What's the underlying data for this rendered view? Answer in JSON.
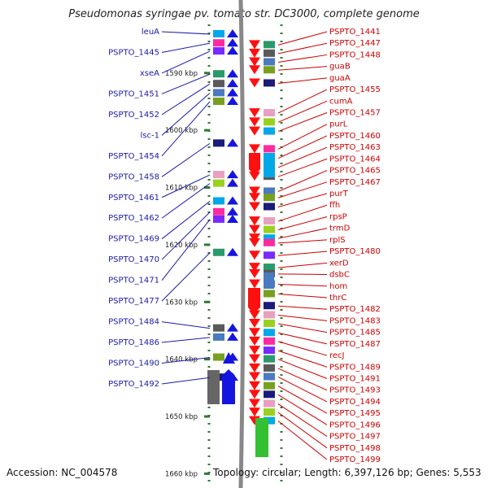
{
  "title": "Pseudomonas syringae pv. tomato str. DC3000, complete genome",
  "accession": "Accession: NC_004578",
  "summary": "Topology: circular; Length: 6,397,126 bp; Genes: 5,553",
  "scale": {
    "start_kbp": 1581.5,
    "end_kbp": 1662.5,
    "ticks": [
      "1590 kbp",
      "1600 kbp",
      "1610 kbp",
      "1620 kbp",
      "1630 kbp",
      "1640 kbp",
      "1650 kbp",
      "1660 kbp"
    ],
    "tick_values": [
      1590,
      1600,
      1610,
      1620,
      1630,
      1640,
      1650,
      1660
    ]
  },
  "colors": {
    "left_label": "#1a1aaa",
    "right_label": "#cc0000",
    "forward_arrow": "#1515e0",
    "reverse_arrow": "#ff1010",
    "tick": "#2f7a2f",
    "backbone": "#888888"
  },
  "left_genes": [
    {
      "label": "leuA",
      "pos": 1583.2
    },
    {
      "label": "PSPTO_1445",
      "pos": 1584.8
    },
    {
      "label": "xseA",
      "pos": 1586.2
    },
    {
      "label": "PSPTO_1451",
      "pos": 1590.2
    },
    {
      "label": "PSPTO_1452",
      "pos": 1591.9
    },
    {
      "label": "lsc-1",
      "pos": 1593.5
    },
    {
      "label": "PSPTO_1454",
      "pos": 1595.0
    },
    {
      "label": "PSPTO_1458",
      "pos": 1602.3
    },
    {
      "label": "PSPTO_1461",
      "pos": 1607.8
    },
    {
      "label": "PSPTO_1462",
      "pos": 1609.3
    },
    {
      "label": "PSPTO_1469",
      "pos": 1612.4
    },
    {
      "label": "PSPTO_1470",
      "pos": 1614.3
    },
    {
      "label": "PSPTO_1471",
      "pos": 1615.6
    },
    {
      "label": "PSPTO_1477",
      "pos": 1621.4
    },
    {
      "label": "PSPTO_1484",
      "pos": 1634.6
    },
    {
      "label": "PSPTO_1486",
      "pos": 1636.2
    },
    {
      "label": "PSPTO_1490",
      "pos": 1639.7
    },
    {
      "label": "PSPTO_1492",
      "pos": 1643.2
    }
  ],
  "right_genes": [
    {
      "label": "PSPTO_1441",
      "pos": 1585.1
    },
    {
      "label": "PSPTO_1447",
      "pos": 1586.6
    },
    {
      "label": "PSPTO_1448",
      "pos": 1588.1
    },
    {
      "label": "guaB",
      "pos": 1589.5
    },
    {
      "label": "guaA",
      "pos": 1591.8
    },
    {
      "label": "PSPTO_1455",
      "pos": 1597.0
    },
    {
      "label": "cumA",
      "pos": 1598.6
    },
    {
      "label": "PSPTO_1457",
      "pos": 1600.2
    },
    {
      "label": "purL",
      "pos": 1603.3
    },
    {
      "label": "PSPTO_1460",
      "pos": 1604.9
    },
    {
      "label": "PSPTO_1463",
      "pos": 1606.5
    },
    {
      "label": "PSPTO_1464",
      "pos": 1608.1
    },
    {
      "label": "PSPTO_1465",
      "pos": 1610.7
    },
    {
      "label": "PSPTO_1467",
      "pos": 1611.8
    },
    {
      "label": "purT",
      "pos": 1613.4
    },
    {
      "label": "ffh",
      "pos": 1615.9
    },
    {
      "label": "rpsP",
      "pos": 1617.4
    },
    {
      "label": "trmD",
      "pos": 1618.9
    },
    {
      "label": "rplS",
      "pos": 1619.7
    },
    {
      "label": "PSPTO_1480",
      "pos": 1621.9
    },
    {
      "label": "xerD",
      "pos": 1624.0
    },
    {
      "label": "dsbC",
      "pos": 1625.1
    },
    {
      "label": "hom",
      "pos": 1626.9
    },
    {
      "label": "thrC",
      "pos": 1628.6
    },
    {
      "label": "PSPTO_1482",
      "pos": 1630.7
    },
    {
      "label": "PSPTO_1483",
      "pos": 1632.3
    },
    {
      "label": "PSPTO_1485",
      "pos": 1633.8
    },
    {
      "label": "PSPTO_1487",
      "pos": 1635.4
    },
    {
      "label": "recJ",
      "pos": 1636.9
    },
    {
      "label": "PSPTO_1489",
      "pos": 1638.5
    },
    {
      "label": "PSPTO_1491",
      "pos": 1640.0
    },
    {
      "label": "PSPTO_1493",
      "pos": 1641.6
    },
    {
      "label": "PSPTO_1494",
      "pos": 1643.1
    },
    {
      "label": "PSPTO_1495",
      "pos": 1644.7
    },
    {
      "label": "PSPTO_1496",
      "pos": 1646.2
    },
    {
      "label": "PSPTO_1497",
      "pos": 1647.8
    },
    {
      "label": "PSPTO_1498",
      "pos": 1649.3
    },
    {
      "label": "PSPTO_1499",
      "pos": 1650.8
    }
  ]
}
